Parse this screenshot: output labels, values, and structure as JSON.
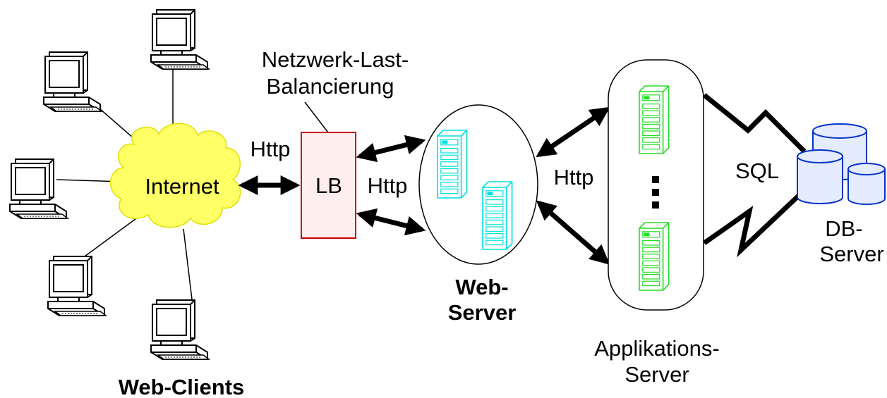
{
  "labels": {
    "internet": "Internet",
    "lb": "LB",
    "netzwerk_line1": "Netzwerk-Last-",
    "netzwerk_line2": "Balancierung",
    "http_client_lb": "Http",
    "http_lb_web": "Http",
    "http_web_app": "Http",
    "web_server_line1": "Web-",
    "web_server_line2": "Server",
    "app_server_line1": "Applikations-",
    "app_server_line2": "Server",
    "sql": "SQL",
    "db_server_line1": "DB-",
    "db_server_line2": "Server",
    "web_clients": "Web-Clients",
    "ellipsis": "⋮"
  },
  "colors": {
    "cloud_fill": "#ffff66",
    "lb_border": "#cc0000",
    "lb_fill": "#ffeeee",
    "web_server_color": "#00e0e0",
    "app_server_color": "#22dd22",
    "db_color": "#0033cc",
    "db_fill": "#e6ecff"
  },
  "icons": {
    "client": "computer-terminal-icon",
    "web_server": "server-tower-icon",
    "app_server": "server-tower-icon",
    "database": "database-cylinder-icon"
  }
}
